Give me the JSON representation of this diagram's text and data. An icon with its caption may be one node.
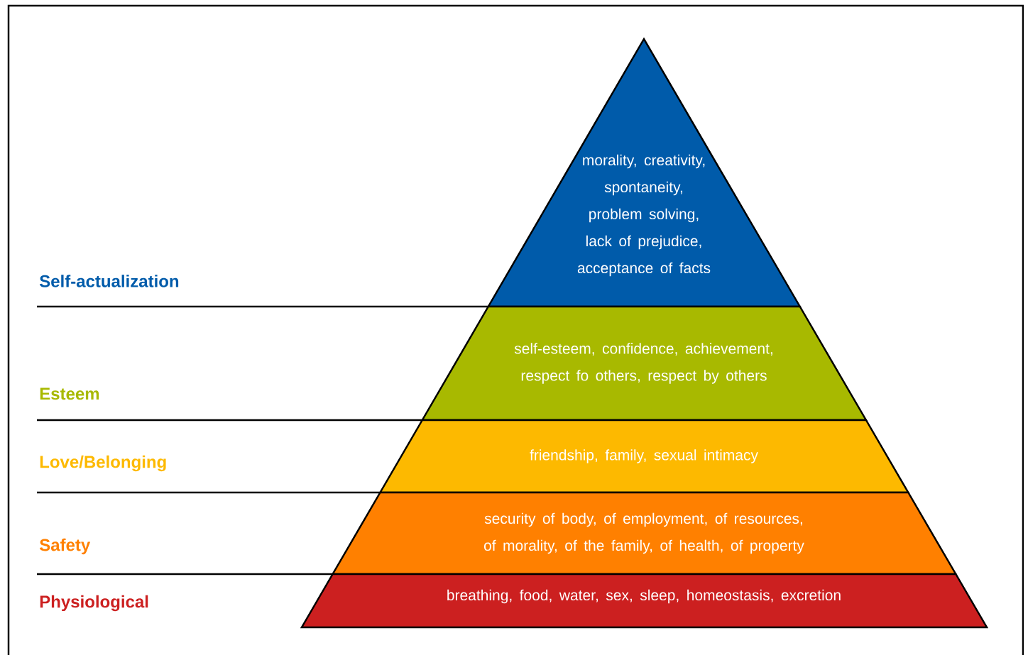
{
  "diagram": {
    "nodes": [
      {
        "text": [
          "morality, creativity, spontaneity, problem solving, lack of prejudice, acceptance of facts"
        ]
      },
      {
        "text": [
          "self-esteem, confidence, achievement, respect fo others, respect by others"
        ]
      },
      {
        "text": [
          "friendship, family, sexual intimacy"
        ]
      },
      {
        "text": [
          "security of body, of employment, of resources, of morality, of the family, of health, of property"
        ]
      },
      {
        "text": [
          "breathing, food, water, sex, sleep, homeostasis, excretion"
        ]
      }
    ],
    "labels": [
      "Self-actualization",
      "Esteem",
      "Love/Belonging",
      "Safety",
      "Physiological"
    ]
  }
}
